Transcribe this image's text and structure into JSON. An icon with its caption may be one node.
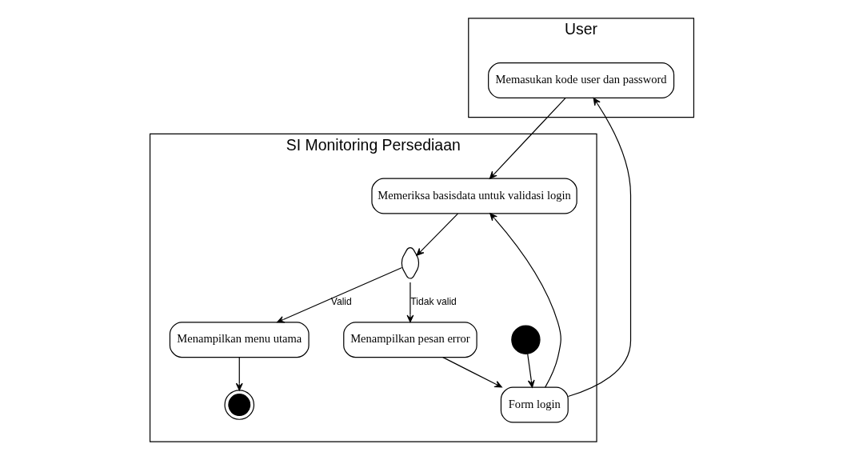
{
  "diagram": {
    "nodes": [
      {
        "text": [
          "User"
        ]
      },
      {
        "text": [
          "SI Monitoring Persediaan"
        ]
      },
      {
        "text": [],
        "shape": "circle",
        "in": 1
      },
      {
        "text": [
          "Form login"
        ],
        "in": 1
      },
      {
        "text": [
          "Memasukan kode user dan password"
        ],
        "in": 0
      },
      {
        "text": [
          "Memeriksa basisdata untuk validasi login"
        ],
        "in": 1
      },
      {
        "text": [],
        "shape": "diamond",
        "in": 1
      },
      {
        "text": [
          "Menampilkan pesan error"
        ],
        "in": 1
      },
      {
        "text": [
          "Menampilkan menu utama"
        ],
        "in": 1
      },
      {
        "text": [],
        "shape": "bullseye",
        "in": 1
      }
    ],
    "edges": [
      {
        "from": 2,
        "to": 3,
        "arrow": "to"
      },
      {
        "from": 3,
        "to": 4,
        "arrow": "to"
      },
      {
        "from": 4,
        "to": 5,
        "arrow": "to"
      },
      {
        "from": 3,
        "to": 5,
        "arrow": "to"
      },
      {
        "from": 5,
        "to": 6,
        "arrow": "to"
      },
      {
        "from": 6,
        "to": 7,
        "label": "Tidak valid",
        "arrow": "to"
      },
      {
        "from": 7,
        "to": 3,
        "arrow": "to"
      },
      {
        "from": 6,
        "to": 8,
        "label": "Valid",
        "arrow": "to"
      },
      {
        "from": 8,
        "to": 9,
        "arrow": "to"
      }
    ]
  }
}
